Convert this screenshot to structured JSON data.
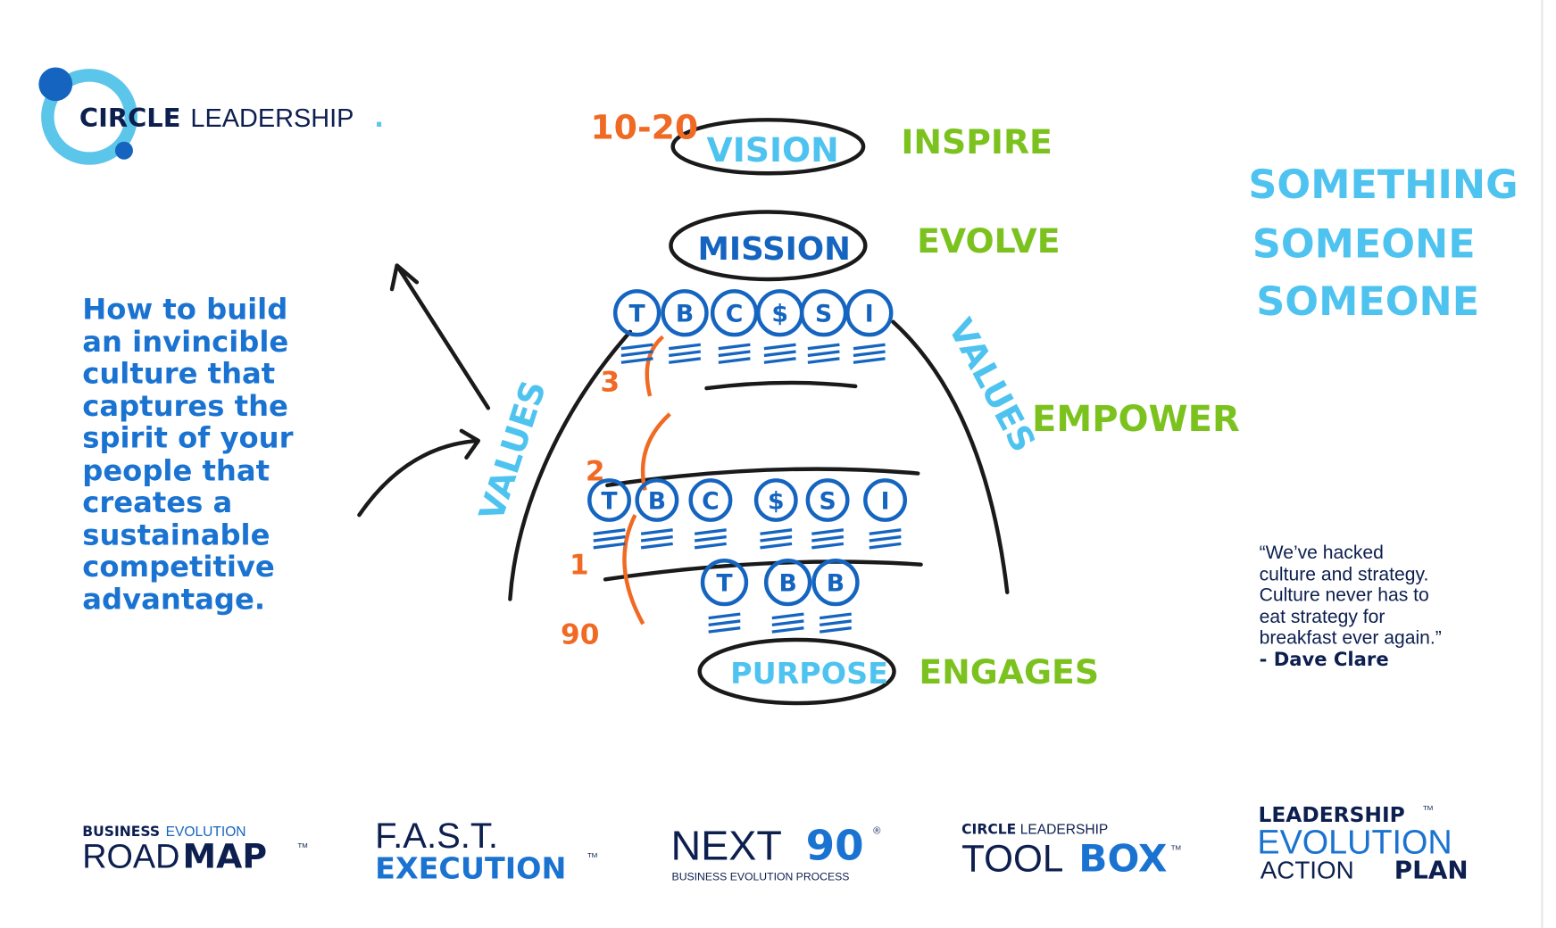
{
  "logo": {
    "bold": "CIRCLE",
    "light": "LEADERSHIP",
    "dot": "."
  },
  "headline": [
    "How to build",
    "an invincible",
    "culture that",
    "captures the",
    "spirit of your",
    "people that",
    "creates a",
    "sustainable",
    "competitive",
    "advantage."
  ],
  "diagram": {
    "vision": "VISION",
    "mission": "MISSION",
    "purpose": "PURPOSE",
    "inspire": "INSPIRE",
    "evolve": "EVOLVE",
    "empower": "EMPOWER",
    "engages": "ENGAGES",
    "values_left": "VALUES",
    "values_right": "VALUES",
    "range": "10-20",
    "n3": "3",
    "n2": "2",
    "n1": "1",
    "n90": "90",
    "row_top": [
      "T",
      "B",
      "C",
      "$",
      "S",
      "I"
    ],
    "row_mid": [
      "T",
      "B",
      "C",
      "$",
      "S",
      "I"
    ],
    "row_bottom": [
      "T",
      "B",
      "B"
    ]
  },
  "side_notes": [
    "SOMETHING",
    "SOMEONE",
    "SOMEONE"
  ],
  "quote": {
    "lines": [
      "“We’ve hacked",
      "culture and strategy.",
      "Culture never has to",
      "eat strategy for",
      "breakfast ever again.”"
    ],
    "author": "- Dave Clare"
  },
  "footer_logos": {
    "roadmap": {
      "top_bold": "BUSINESS",
      "top_light": "EVOLUTION",
      "main_light": "ROAD",
      "main_bold": "MAP",
      "tm": "TM"
    },
    "fast": {
      "top": "F.A.S.T.",
      "main": "EXECUTION",
      "tm": "TM"
    },
    "next90": {
      "main": "NEXT",
      "num": "90",
      "reg": "®",
      "sub": "BUSINESS EVOLUTION PROCESS"
    },
    "toolbox": {
      "top_bold": "CIRCLE",
      "top_light": "LEADERSHIP",
      "main_light": "TOOL",
      "main_bold": "BOX",
      "tm": "TM"
    },
    "leap": {
      "top": "LEADERSHIP",
      "tm": "TM",
      "mid": "EVOLUTION",
      "bot_light": "ACTION ",
      "bot_bold": "PLAN"
    }
  },
  "colors": {
    "navy": "#0d1f4f",
    "blue": "#1565c0",
    "light_blue": "#4fc3ef",
    "green": "#7cc21f",
    "orange": "#f06a24",
    "ink": "#1a1a1a"
  }
}
